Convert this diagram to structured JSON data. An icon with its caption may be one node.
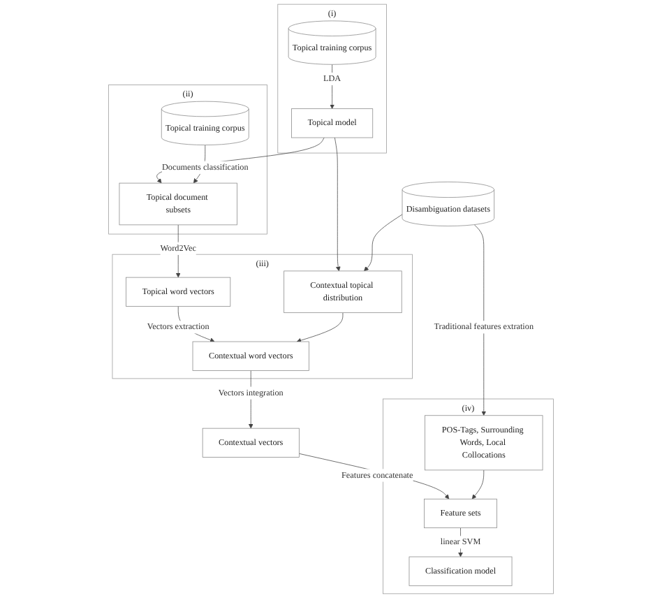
{
  "diagram": {
    "nodes": [
      {
        "text": [
          "(i)"
        ]
      },
      {
        "text": [
          "Topical training corpus"
        ],
        "in": 0
      },
      {
        "text": [
          "Topical model"
        ],
        "in": 0
      },
      {
        "text": [
          "(ii)"
        ]
      },
      {
        "text": [
          "Topical training corpus"
        ],
        "in": 3
      },
      {
        "text": [
          "Topical document subsets"
        ],
        "in": 3
      },
      {
        "text": [
          "Disambiguation datasets"
        ]
      },
      {
        "text": [
          "(iii)"
        ]
      },
      {
        "text": [
          "Topical word vectors"
        ],
        "in": 7
      },
      {
        "text": [
          "Contextual topical distribution"
        ],
        "in": 7
      },
      {
        "text": [
          "Contextual word vectors"
        ],
        "in": 7
      },
      {
        "text": [
          "Contextual vectors"
        ]
      },
      {
        "text": [
          "(iv)"
        ]
      },
      {
        "text": [
          "POS-Tags, Surrounding Words, Local Collocations"
        ],
        "in": 12
      },
      {
        "text": [
          "Feature sets"
        ],
        "in": 12
      },
      {
        "text": [
          "Classification model"
        ],
        "in": 12
      }
    ],
    "edges": [
      {
        "from": 1,
        "to": 2,
        "arrow": "to",
        "label": "LDA"
      },
      {
        "from": 2,
        "to": 5,
        "arrow": "to"
      },
      {
        "from": 4,
        "to": 5,
        "arrow": "to",
        "label": "Documents classification"
      },
      {
        "from": 2,
        "to": 9,
        "arrow": "to"
      },
      {
        "from": 6,
        "to": 9,
        "arrow": "to"
      },
      {
        "from": 6,
        "to": 13,
        "arrow": "to",
        "label": "Traditional features extration"
      },
      {
        "from": 5,
        "to": 8,
        "arrow": "to",
        "label": "Word2Vec"
      },
      {
        "from": 8,
        "to": 10,
        "arrow": "to",
        "label": "Vectors extraction"
      },
      {
        "from": 9,
        "to": 10,
        "arrow": "to"
      },
      {
        "from": 10,
        "to": 11,
        "arrow": "to",
        "label": "Vectors integration"
      },
      {
        "from": 11,
        "to": 14,
        "arrow": "to",
        "label": "Features concatenate"
      },
      {
        "from": 13,
        "to": 14,
        "arrow": "to"
      },
      {
        "from": 14,
        "to": 15,
        "arrow": "to",
        "label": "linear SVM"
      }
    ]
  }
}
